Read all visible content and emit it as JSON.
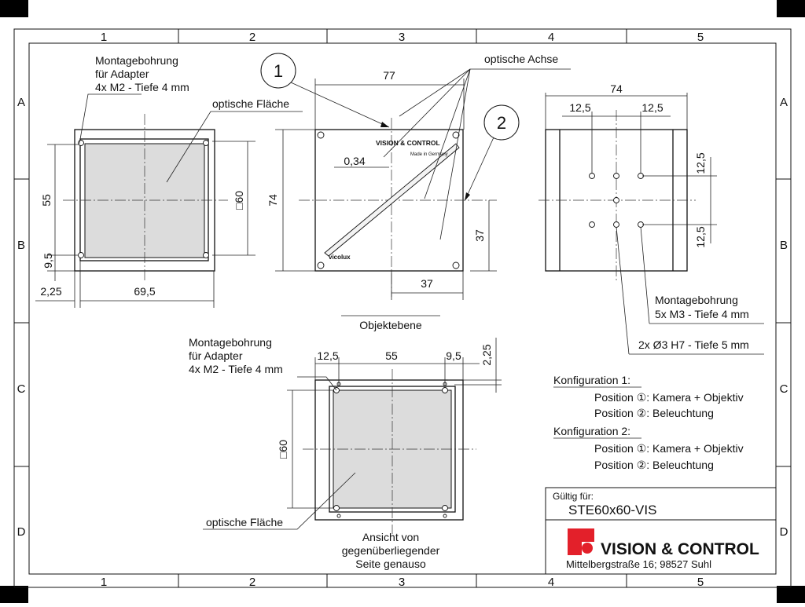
{
  "grid": {
    "columns": [
      "1",
      "2",
      "3",
      "4",
      "5"
    ],
    "rows": [
      "A",
      "B",
      "C",
      "D"
    ]
  },
  "front_view": {
    "annotation": [
      "Montagebohrung",
      "für Adapter",
      "4x M2 - Tiefe 4 mm"
    ],
    "surface_label": "optische Fläche",
    "dim_55": "55",
    "dim_9_5": "9,5",
    "dim_2_25": "2,25",
    "dim_69_5": "69,5",
    "dim_sq60": "□60"
  },
  "side_view": {
    "callout_1": "1",
    "callout_2": "2",
    "axis_label": "optische Achse",
    "dim_77": "77",
    "dim_74": "74",
    "dim_0_34": "0,34",
    "dim_37_v": "37",
    "dim_37_h": "37",
    "brand_text": "VISION & CONTROL",
    "brand_sub": "Made in Germany",
    "product_text": "vicolux",
    "object_plane": "Objektebene"
  },
  "right_view": {
    "dim_74": "74",
    "dim_12_5_left": "12,5",
    "dim_12_5_right": "12,5",
    "dim_12_5_top": "12,5",
    "dim_12_5_bottom": "12,5",
    "holes_label": [
      "Montagebohrung",
      "5x M3 - Tiefe 4 mm"
    ],
    "pin_label": "2x Ø3 H7 - Tiefe 5 mm"
  },
  "bottom_view": {
    "annotation": [
      "Montagebohrung",
      "für Adapter",
      "4x M2 - Tiefe 4 mm"
    ],
    "dim_12_5": "12,5",
    "dim_55": "55",
    "dim_9_5": "9,5",
    "dim_2_25": "2,25",
    "dim_sq60": "□60",
    "surface_label": "optische Fläche",
    "note": [
      "Ansicht von",
      "gegenüberliegender",
      "Seite genauso"
    ]
  },
  "config": {
    "k1_title": "Konfiguration 1:",
    "k1_line1": "Position ①: Kamera + Objektiv",
    "k1_line2": "Position ②: Beleuchtung",
    "k2_title": "Konfiguration 2:",
    "k2_line1": "Position ①: Kamera + Objektiv",
    "k2_line2": "Position ②: Beleuchtung"
  },
  "title_block": {
    "valid_label": "Gültig für:",
    "part_number": "STE60x60-VIS",
    "company": "VISION & CONTROL",
    "address": "Mittelbergstraße 16; 98527 Suhl",
    "logo_color": "#e3202a"
  }
}
